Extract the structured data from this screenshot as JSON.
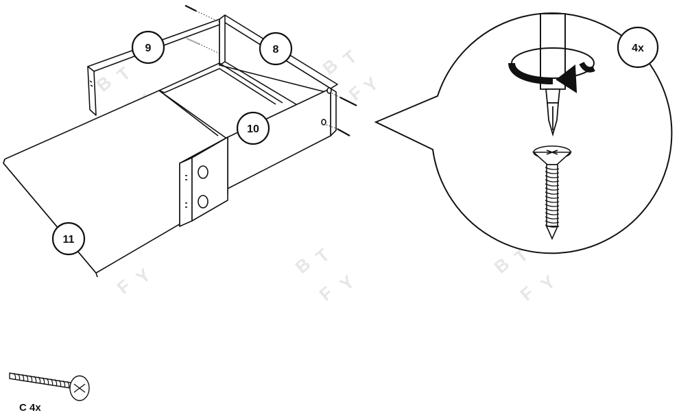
{
  "parts": {
    "part_9": "9",
    "part_8": "8",
    "part_10": "10",
    "part_11": "11"
  },
  "detail": {
    "quantity": "4x"
  },
  "hardware": {
    "label": "C 4x"
  },
  "watermark": {
    "letters": [
      "B",
      "T",
      "F",
      "Y"
    ]
  }
}
